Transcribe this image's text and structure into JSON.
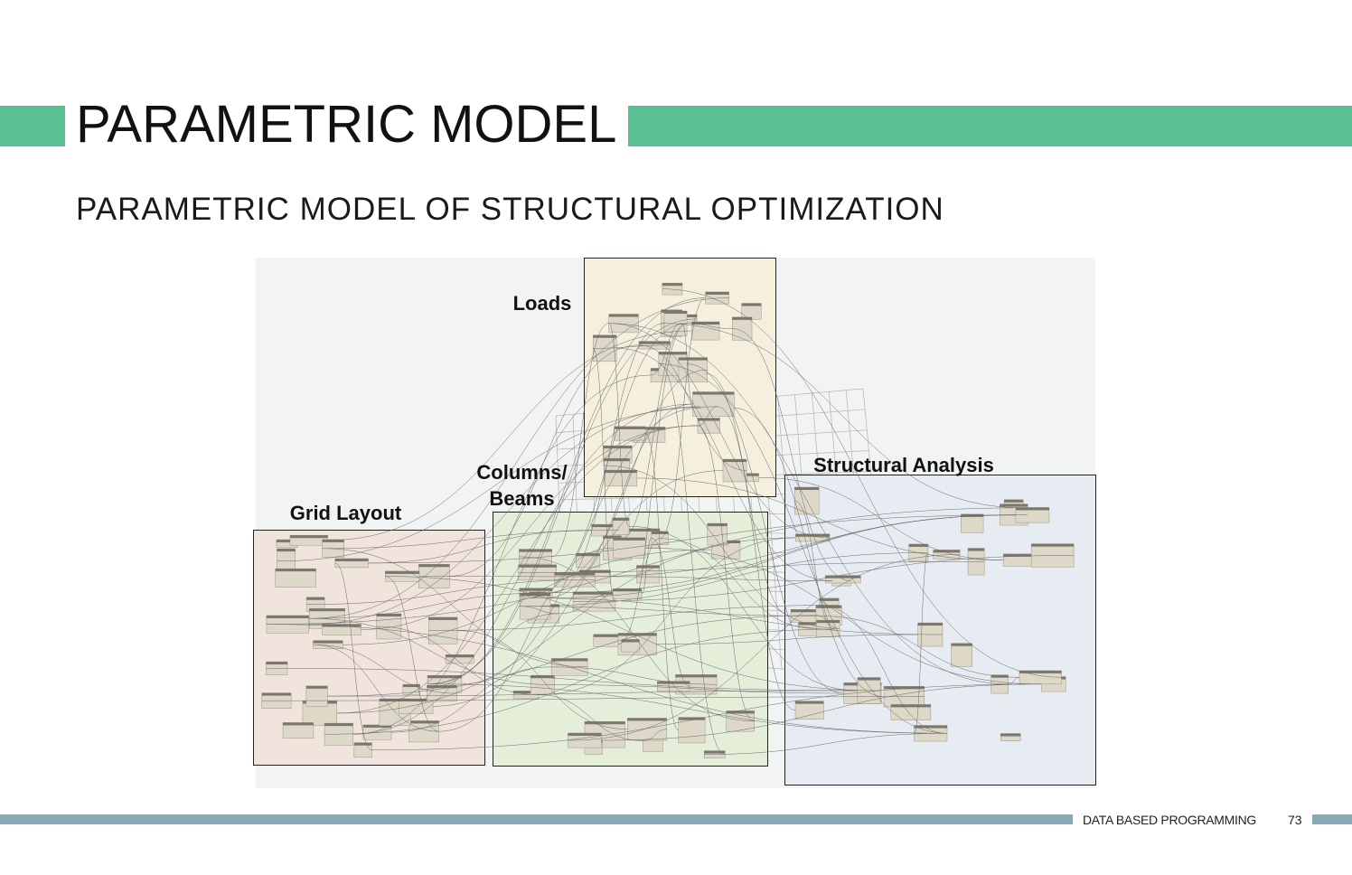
{
  "header": {
    "title": "PARAMETRIC MODEL",
    "subtitle": "PARAMETRIC MODEL OF STRUCTURAL OPTIMIZATION"
  },
  "figure": {
    "groups": [
      {
        "label": "Loads",
        "color": "#f5f0dd"
      },
      {
        "label": "Grid Layout",
        "color": "#f0e4dc"
      },
      {
        "label": "Columns/\nBeams",
        "color": "#e4eed9"
      },
      {
        "label": "Structural Analysis",
        "color": "#e7ecf3"
      }
    ]
  },
  "footer": {
    "text": "DATA BASED PROGRAMMING",
    "page": "73"
  },
  "colors": {
    "accent": "#5bbf94",
    "footer_bar": "#86a9b4",
    "node_header": "#7b776d",
    "node_body": "#ddd8c8"
  }
}
